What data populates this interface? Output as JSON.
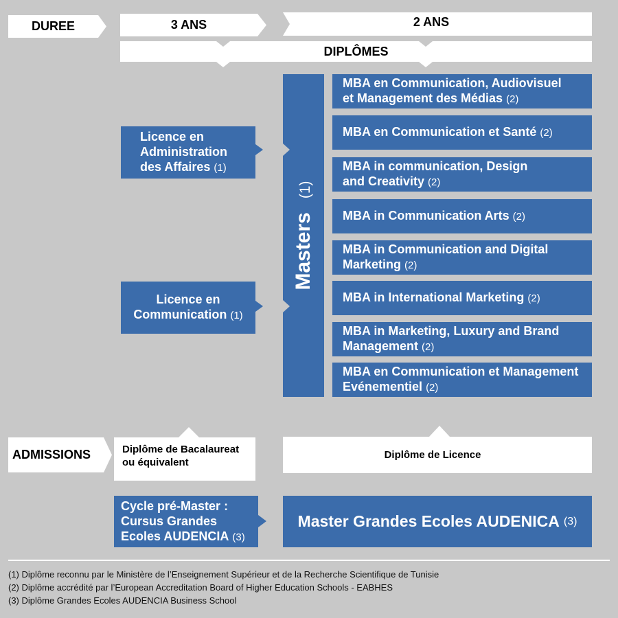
{
  "header": {
    "duration_label": "DUREE",
    "licence_years": "3 ANS",
    "master_years": "2 ANS",
    "diplomas_label": "DIPLÔMES"
  },
  "licences": [
    {
      "lines": [
        "Licence en",
        "Administration",
        "des Affaires"
      ],
      "note": "(1)"
    },
    {
      "lines": [
        "Licence en",
        "Communication"
      ],
      "note": "(1)"
    }
  ],
  "masters": {
    "label": "Masters",
    "note": "(1)"
  },
  "mba_programs": [
    {
      "lines": [
        "MBA en Communication, Audiovisuel",
        "et Management des Médias"
      ],
      "note": "(2)"
    },
    {
      "lines": [
        "MBA en Communication et Santé"
      ],
      "note": "(2)"
    },
    {
      "lines": [
        "MBA in communication, Design",
        "and Creativity"
      ],
      "note": "(2)"
    },
    {
      "lines": [
        "MBA in Communication Arts"
      ],
      "note": "(2)"
    },
    {
      "lines": [
        "MBA in Communication and Digital",
        "Marketing"
      ],
      "note": "(2)"
    },
    {
      "lines": [
        "MBA in International Marketing"
      ],
      "note": "(2)"
    },
    {
      "lines": [
        "MBA in Marketing, Luxury and Brand",
        "Management"
      ],
      "note": "(2)"
    },
    {
      "lines": [
        "MBA en Communication et Management",
        "Evénementiel"
      ],
      "note": "(2)"
    }
  ],
  "admissions": {
    "label": "ADMISSIONS",
    "bachelor_requirement": [
      "Diplôme de Bacalaureat",
      "ou équivalent"
    ],
    "master_requirement": "Diplôme de Licence"
  },
  "grande_ecole": {
    "pre_master": {
      "lines": [
        "Cycle pré-Master :",
        "Cursus Grandes",
        "Ecoles AUDENCIA"
      ],
      "note": "(3)"
    },
    "master": {
      "label": "Master Grandes Ecoles AUDENICA",
      "note": "(3)"
    }
  },
  "footnotes": [
    "(1) Diplôme reconnu par le Ministère de l’Enseignement Supérieur et de la Recherche Scientifique de Tunisie",
    "(2) Diplôme accrédité par l’European Accreditation Board of Higher Education Schools - EABHES",
    "(3) Diplôme Grandes Ecoles AUDENCIA Business School"
  ],
  "colors": {
    "background": "#c8c8c8",
    "box_blue": "#3b6cab",
    "box_white": "#ffffff"
  }
}
